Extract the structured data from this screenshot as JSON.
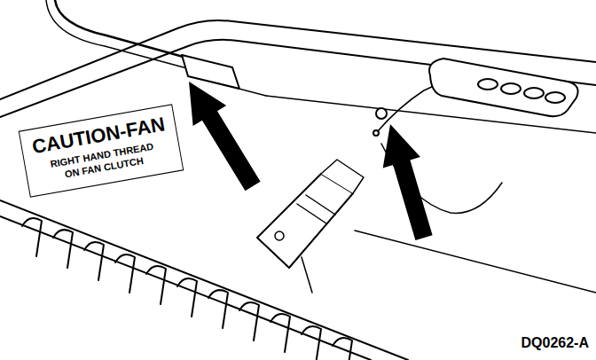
{
  "diagram": {
    "nodes": [
      {
        "text": [
          "CAUTION-FAN",
          "RIGHT HAND THREAD ON FAN CLUTCH"
        ]
      }
    ],
    "labels": [
      "DQ0262-A"
    ]
  }
}
